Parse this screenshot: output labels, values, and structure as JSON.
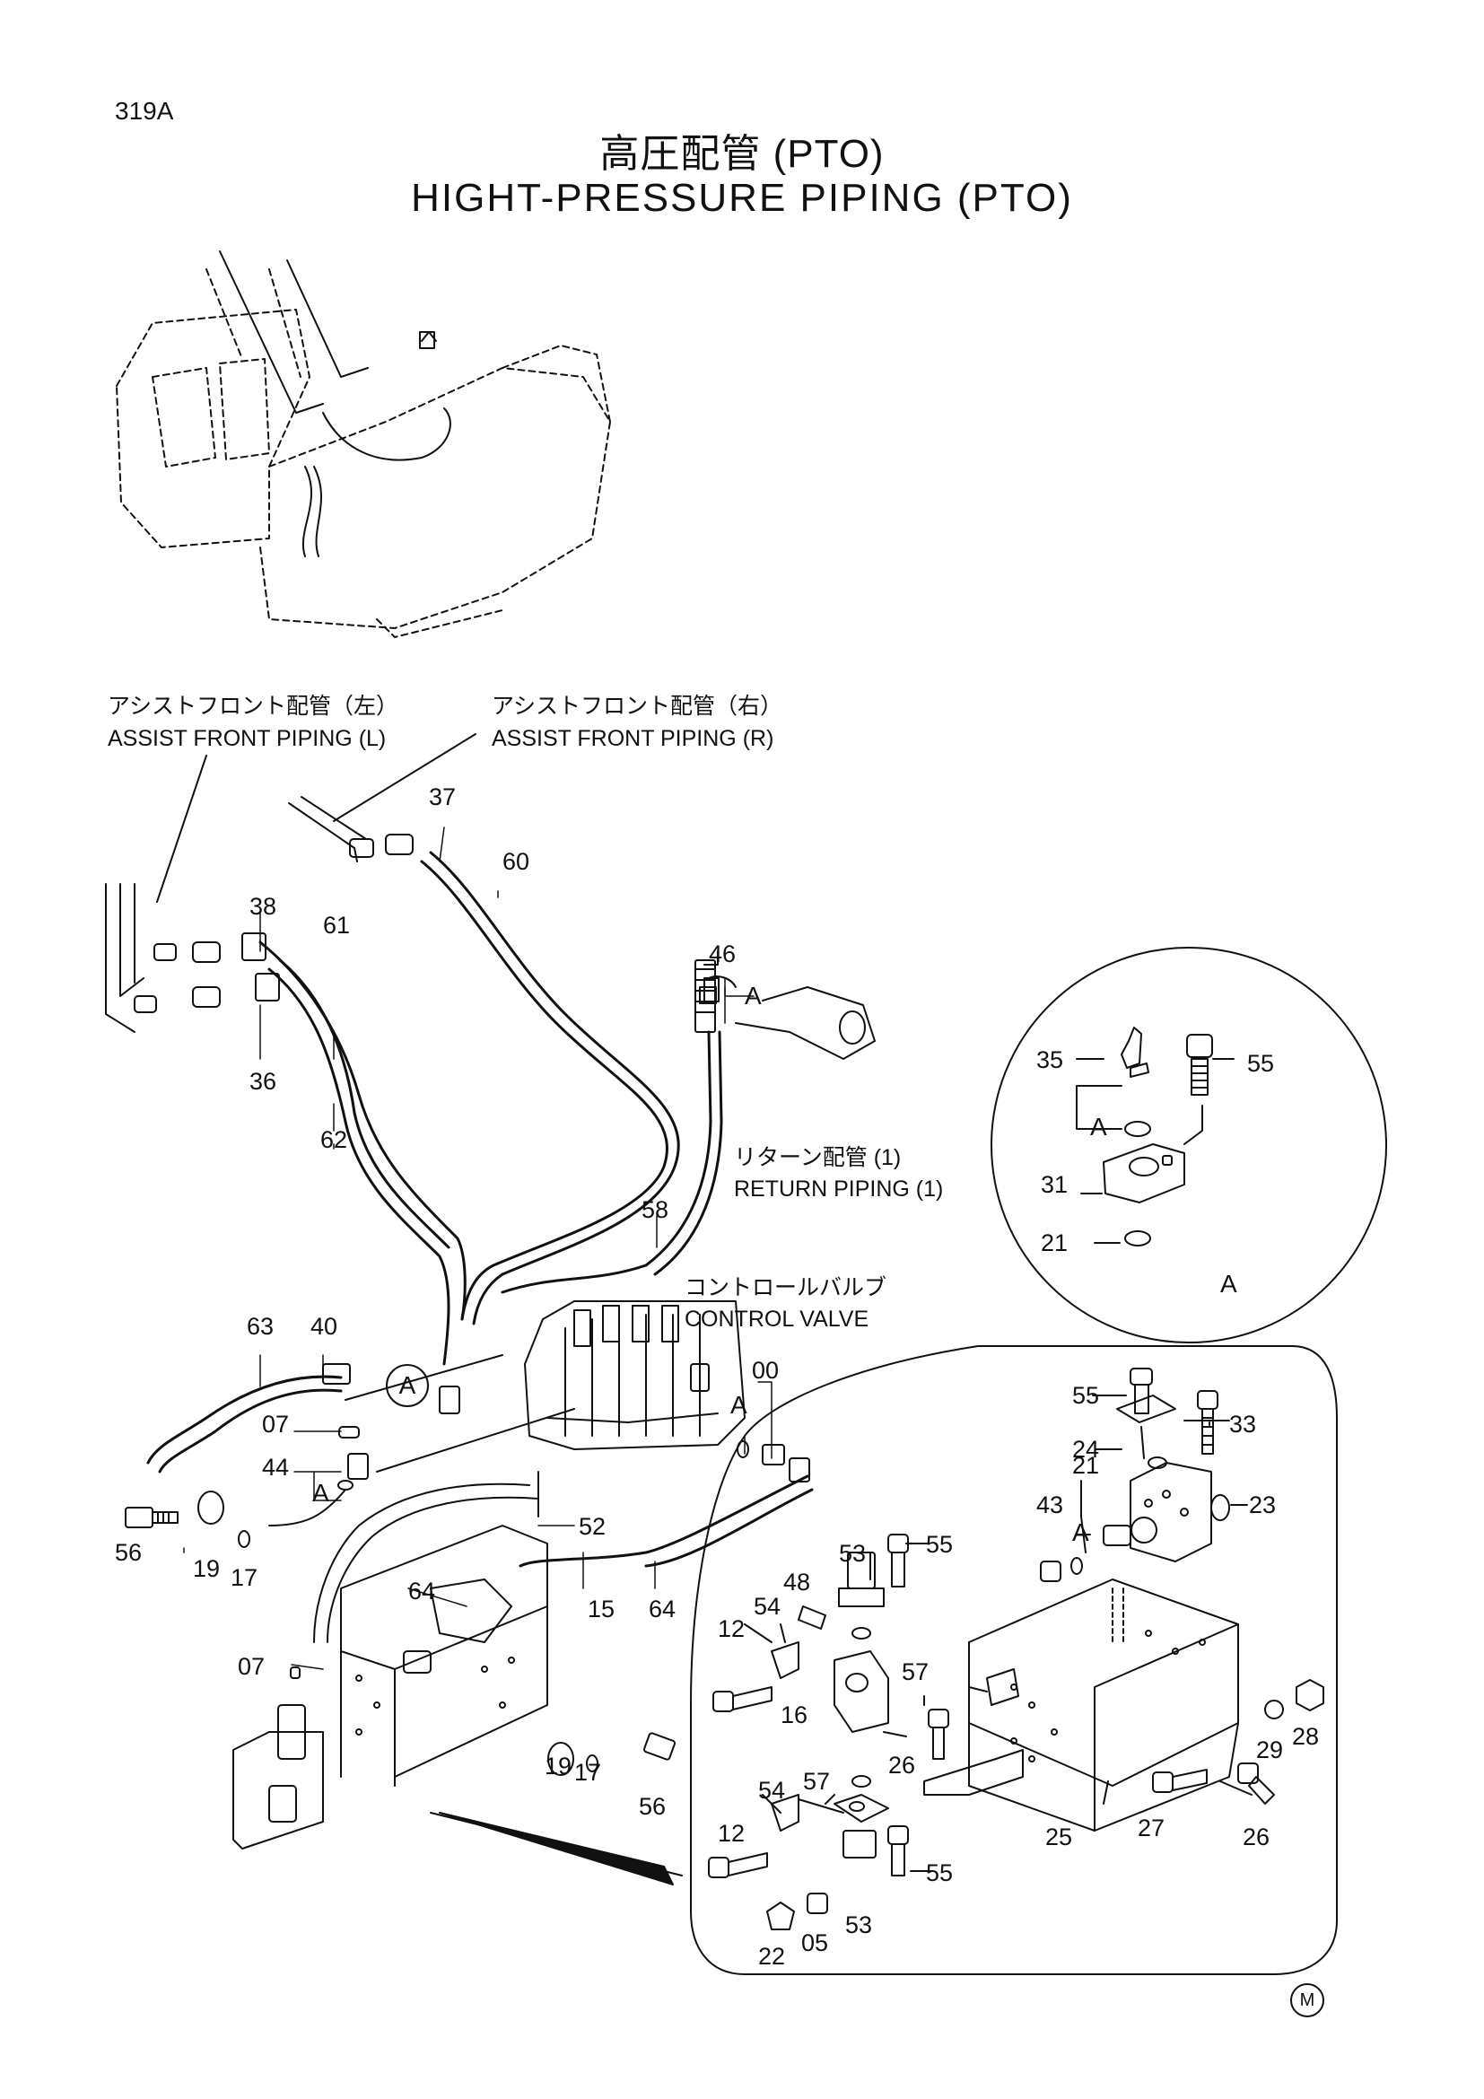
{
  "page_number": "319A",
  "title": {
    "jp": "高圧配管 (PTO)",
    "en": "HIGHT-PRESSURE PIPING (PTO)"
  },
  "labels": {
    "assist_left_jp": "アシストフロント配管（左）",
    "assist_left_en": "ASSIST FRONT PIPING (L)",
    "assist_right_jp": "アシストフロント配管（右）",
    "assist_right_en": "ASSIST FRONT PIPING (R)",
    "return_jp": "リターン配管 (1)",
    "return_en": "RETURN PIPING (1)",
    "valve_jp": "コントロールバルブ",
    "valve_en": "CONTROL VALVE"
  },
  "detail_ref": "A",
  "mark": "M",
  "parts": [
    "37",
    "60",
    "38",
    "61",
    "36",
    "62",
    "46",
    "58",
    "63",
    "40",
    "07",
    "44",
    "00",
    "52",
    "56",
    "19",
    "17",
    "15",
    "64",
    "64",
    "07",
    "19",
    "17",
    "56",
    "35",
    "55",
    "31",
    "21",
    "55",
    "33",
    "24",
    "21",
    "43",
    "23",
    "53",
    "55",
    "48",
    "54",
    "12",
    "57",
    "16",
    "26",
    "57",
    "54",
    "12",
    "55",
    "53",
    "05",
    "22",
    "25",
    "27",
    "26",
    "29",
    "28"
  ]
}
